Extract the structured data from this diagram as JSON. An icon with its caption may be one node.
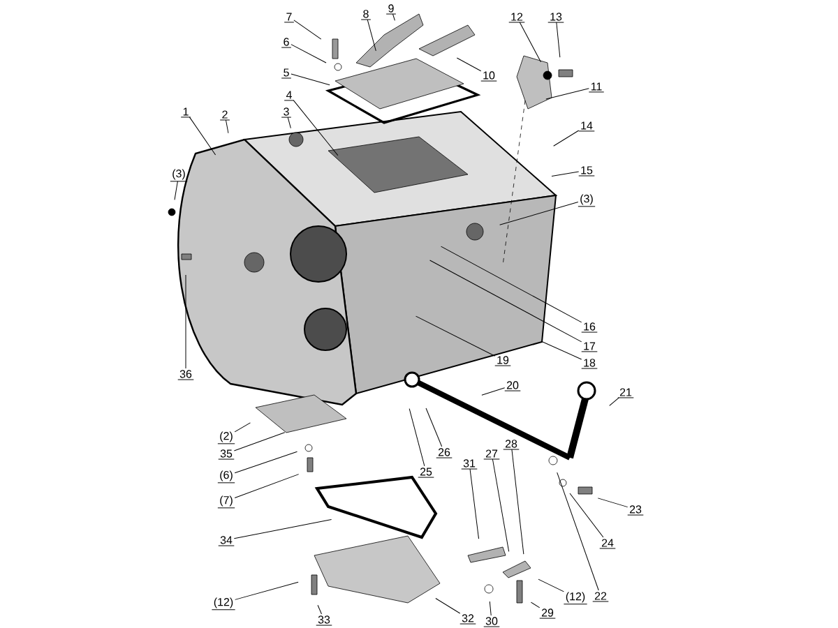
{
  "diagram": {
    "nodes": [
      {
        "text": [
          "7"
        ]
      },
      {
        "text": [
          "8"
        ]
      },
      {
        "text": [
          "9"
        ]
      },
      {
        "text": [
          "12"
        ]
      },
      {
        "text": [
          "13"
        ]
      },
      {
        "text": [
          "6"
        ]
      },
      {
        "text": [
          "10"
        ]
      },
      {
        "text": [
          "5"
        ]
      },
      {
        "text": [
          "11"
        ]
      },
      {
        "text": [
          "4"
        ]
      },
      {
        "text": [
          "1"
        ]
      },
      {
        "text": [
          "2"
        ]
      },
      {
        "text": [
          "3"
        ]
      },
      {
        "text": [
          "14"
        ]
      },
      {
        "text": [
          "15"
        ]
      },
      {
        "text": [
          "(3)"
        ]
      },
      {
        "text": [
          "(3)"
        ]
      },
      {
        "text": [
          "16"
        ]
      },
      {
        "text": [
          "17"
        ]
      },
      {
        "text": [
          "18"
        ]
      },
      {
        "text": [
          "19"
        ]
      },
      {
        "text": [
          "36"
        ]
      },
      {
        "text": [
          "20"
        ]
      },
      {
        "text": [
          "21"
        ]
      },
      {
        "text": [
          "(2)"
        ]
      },
      {
        "text": [
          "35"
        ]
      },
      {
        "text": [
          "26"
        ]
      },
      {
        "text": [
          "(6)"
        ]
      },
      {
        "text": [
          "25"
        ]
      },
      {
        "text": [
          "28"
        ]
      },
      {
        "text": [
          "27"
        ]
      },
      {
        "text": [
          "31"
        ]
      },
      {
        "text": [
          "(7)"
        ]
      },
      {
        "text": [
          "23"
        ]
      },
      {
        "text": [
          "34"
        ]
      },
      {
        "text": [
          "24"
        ]
      },
      {
        "text": [
          "22"
        ]
      },
      {
        "text": [
          "(12)"
        ]
      },
      {
        "text": [
          "(12)"
        ]
      },
      {
        "text": [
          "29"
        ]
      },
      {
        "text": [
          "30"
        ]
      },
      {
        "text": [
          "33"
        ]
      },
      {
        "text": [
          "32"
        ]
      }
    ],
    "edges": [
      {
        "from": 0,
        "to": null,
        "arrow": "none"
      },
      {
        "from": 1,
        "to": null,
        "arrow": "none"
      },
      {
        "from": 2,
        "to": null,
        "arrow": "none"
      },
      {
        "from": 3,
        "to": null,
        "arrow": "none"
      },
      {
        "from": 4,
        "to": null,
        "arrow": "none"
      },
      {
        "from": 5,
        "to": null,
        "arrow": "none"
      },
      {
        "from": 6,
        "to": null,
        "arrow": "none"
      },
      {
        "from": 7,
        "to": null,
        "arrow": "none"
      },
      {
        "from": 8,
        "to": null,
        "arrow": "none"
      },
      {
        "from": 9,
        "to": null,
        "arrow": "none"
      },
      {
        "from": 10,
        "to": null,
        "arrow": "none"
      },
      {
        "from": 11,
        "to": null,
        "arrow": "none"
      },
      {
        "from": 12,
        "to": null,
        "arrow": "none"
      },
      {
        "from": 13,
        "to": null,
        "arrow": "none"
      },
      {
        "from": 14,
        "to": null,
        "arrow": "none"
      },
      {
        "from": 15,
        "to": null,
        "arrow": "none"
      },
      {
        "from": 16,
        "to": null,
        "arrow": "none"
      },
      {
        "from": 17,
        "to": null,
        "arrow": "none"
      },
      {
        "from": 18,
        "to": null,
        "arrow": "none"
      },
      {
        "from": 19,
        "to": null,
        "arrow": "none"
      },
      {
        "from": 20,
        "to": null,
        "arrow": "none"
      },
      {
        "from": 21,
        "to": null,
        "arrow": "none"
      },
      {
        "from": 22,
        "to": null,
        "arrow": "none"
      },
      {
        "from": 23,
        "to": null,
        "arrow": "none"
      },
      {
        "from": 24,
        "to": null,
        "arrow": "none"
      },
      {
        "from": 25,
        "to": null,
        "arrow": "none"
      },
      {
        "from": 26,
        "to": null,
        "arrow": "none"
      },
      {
        "from": 27,
        "to": null,
        "arrow": "none"
      },
      {
        "from": 28,
        "to": null,
        "arrow": "none"
      },
      {
        "from": 29,
        "to": null,
        "arrow": "none"
      },
      {
        "from": 30,
        "to": null,
        "arrow": "none"
      },
      {
        "from": 31,
        "to": null,
        "arrow": "none"
      },
      {
        "from": 32,
        "to": null,
        "arrow": "none"
      },
      {
        "from": 33,
        "to": null,
        "arrow": "none"
      },
      {
        "from": 34,
        "to": null,
        "arrow": "none"
      },
      {
        "from": 35,
        "to": null,
        "arrow": "none"
      },
      {
        "from": 36,
        "to": null,
        "arrow": "none"
      },
      {
        "from": 37,
        "to": null,
        "arrow": "none"
      },
      {
        "from": 38,
        "to": null,
        "arrow": "none"
      },
      {
        "from": 39,
        "to": null,
        "arrow": "none"
      },
      {
        "from": 40,
        "to": null,
        "arrow": "none"
      },
      {
        "from": 41,
        "to": null,
        "arrow": "none"
      },
      {
        "from": 42,
        "to": null,
        "arrow": "none"
      }
    ]
  }
}
